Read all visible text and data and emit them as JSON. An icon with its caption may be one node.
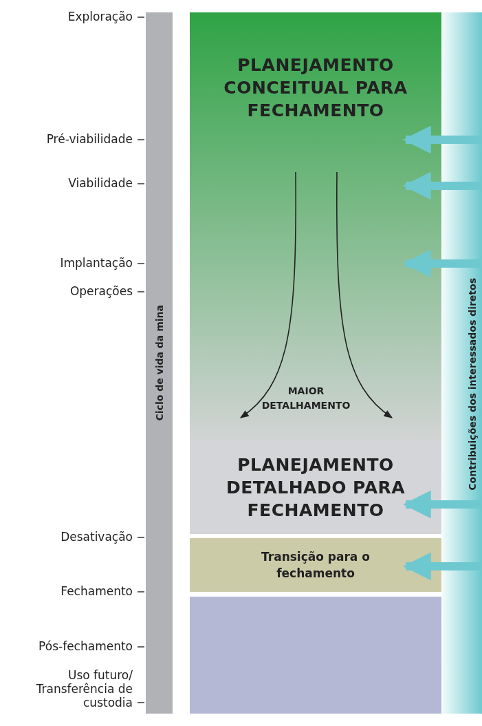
{
  "diagram": {
    "nodes": [
      {
        "text": [
          "Ciclo de vida da mina"
        ]
      },
      {
        "text": [
          "PLANEJAMENTO CONCEITUAL PARA FECHAMENTO"
        ]
      },
      {
        "text": [
          "PLANEJAMENTO DETALHADO PARA FECHAMENTO"
        ]
      },
      {
        "text": [
          "Transição para o fechamento"
        ]
      },
      {
        "text": [],
        "shape": "box"
      },
      {
        "text": [
          "Contribuições dos interessados diretos"
        ]
      }
    ],
    "edges": [
      {
        "from": 5,
        "to": 1,
        "arrow": "to"
      },
      {
        "from": 5,
        "to": 1,
        "arrow": "to"
      },
      {
        "from": 5,
        "to": 1,
        "arrow": "to"
      },
      {
        "from": 5,
        "to": 2,
        "arrow": "to"
      },
      {
        "from": 5,
        "to": 3,
        "arrow": "to"
      }
    ],
    "labels": [
      "Exploração",
      "Pré-viabilidade",
      "Viabilidade",
      "Implantação",
      "Operações",
      "Desativação",
      "Fechamento",
      "Pós-fechamento",
      "Uso futuro/ Transferência de custodia",
      "MAIOR DETALHAMENTO"
    ]
  }
}
